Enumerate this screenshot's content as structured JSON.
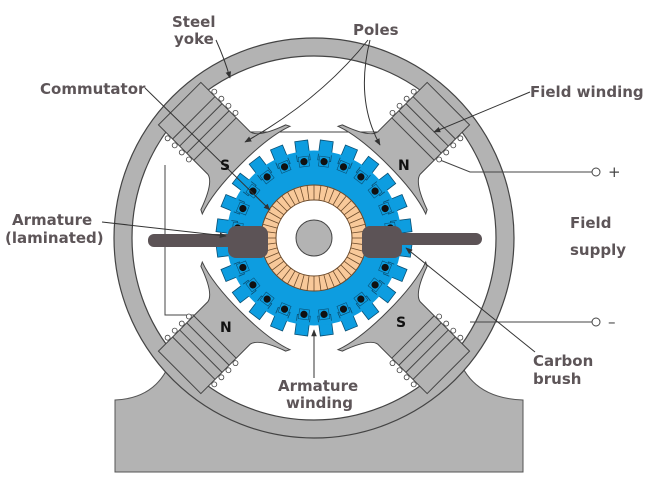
{
  "title": "DC motor construction diagram",
  "labels": {
    "steel_yoke": [
      "Steel",
      "yoke"
    ],
    "poles": "Poles",
    "commutator": "Commutator",
    "field_winding": "Field winding",
    "armature_laminated": [
      "Armature",
      "(laminated)"
    ],
    "field_supply": [
      "Field",
      "supply"
    ],
    "carbon_brush": [
      "Carbon",
      "brush"
    ],
    "armature_winding": [
      "Armature",
      "winding"
    ]
  },
  "poles": [
    {
      "position": "top-left",
      "polarity": "S"
    },
    {
      "position": "top-right",
      "polarity": "N"
    },
    {
      "position": "bottom-left",
      "polarity": "N"
    },
    {
      "position": "bottom-right",
      "polarity": "S"
    }
  ],
  "terminals": {
    "positive": "+",
    "negative": "–"
  },
  "armature": {
    "slot_count": 24,
    "commutator_segments": 48
  },
  "colors": {
    "steel": "#b3b3b3",
    "armature": "#0d9de0",
    "commutator": "#f8c99a",
    "brush": "#5c5356",
    "label_text": "#5d5558",
    "outline": "#333333"
  }
}
